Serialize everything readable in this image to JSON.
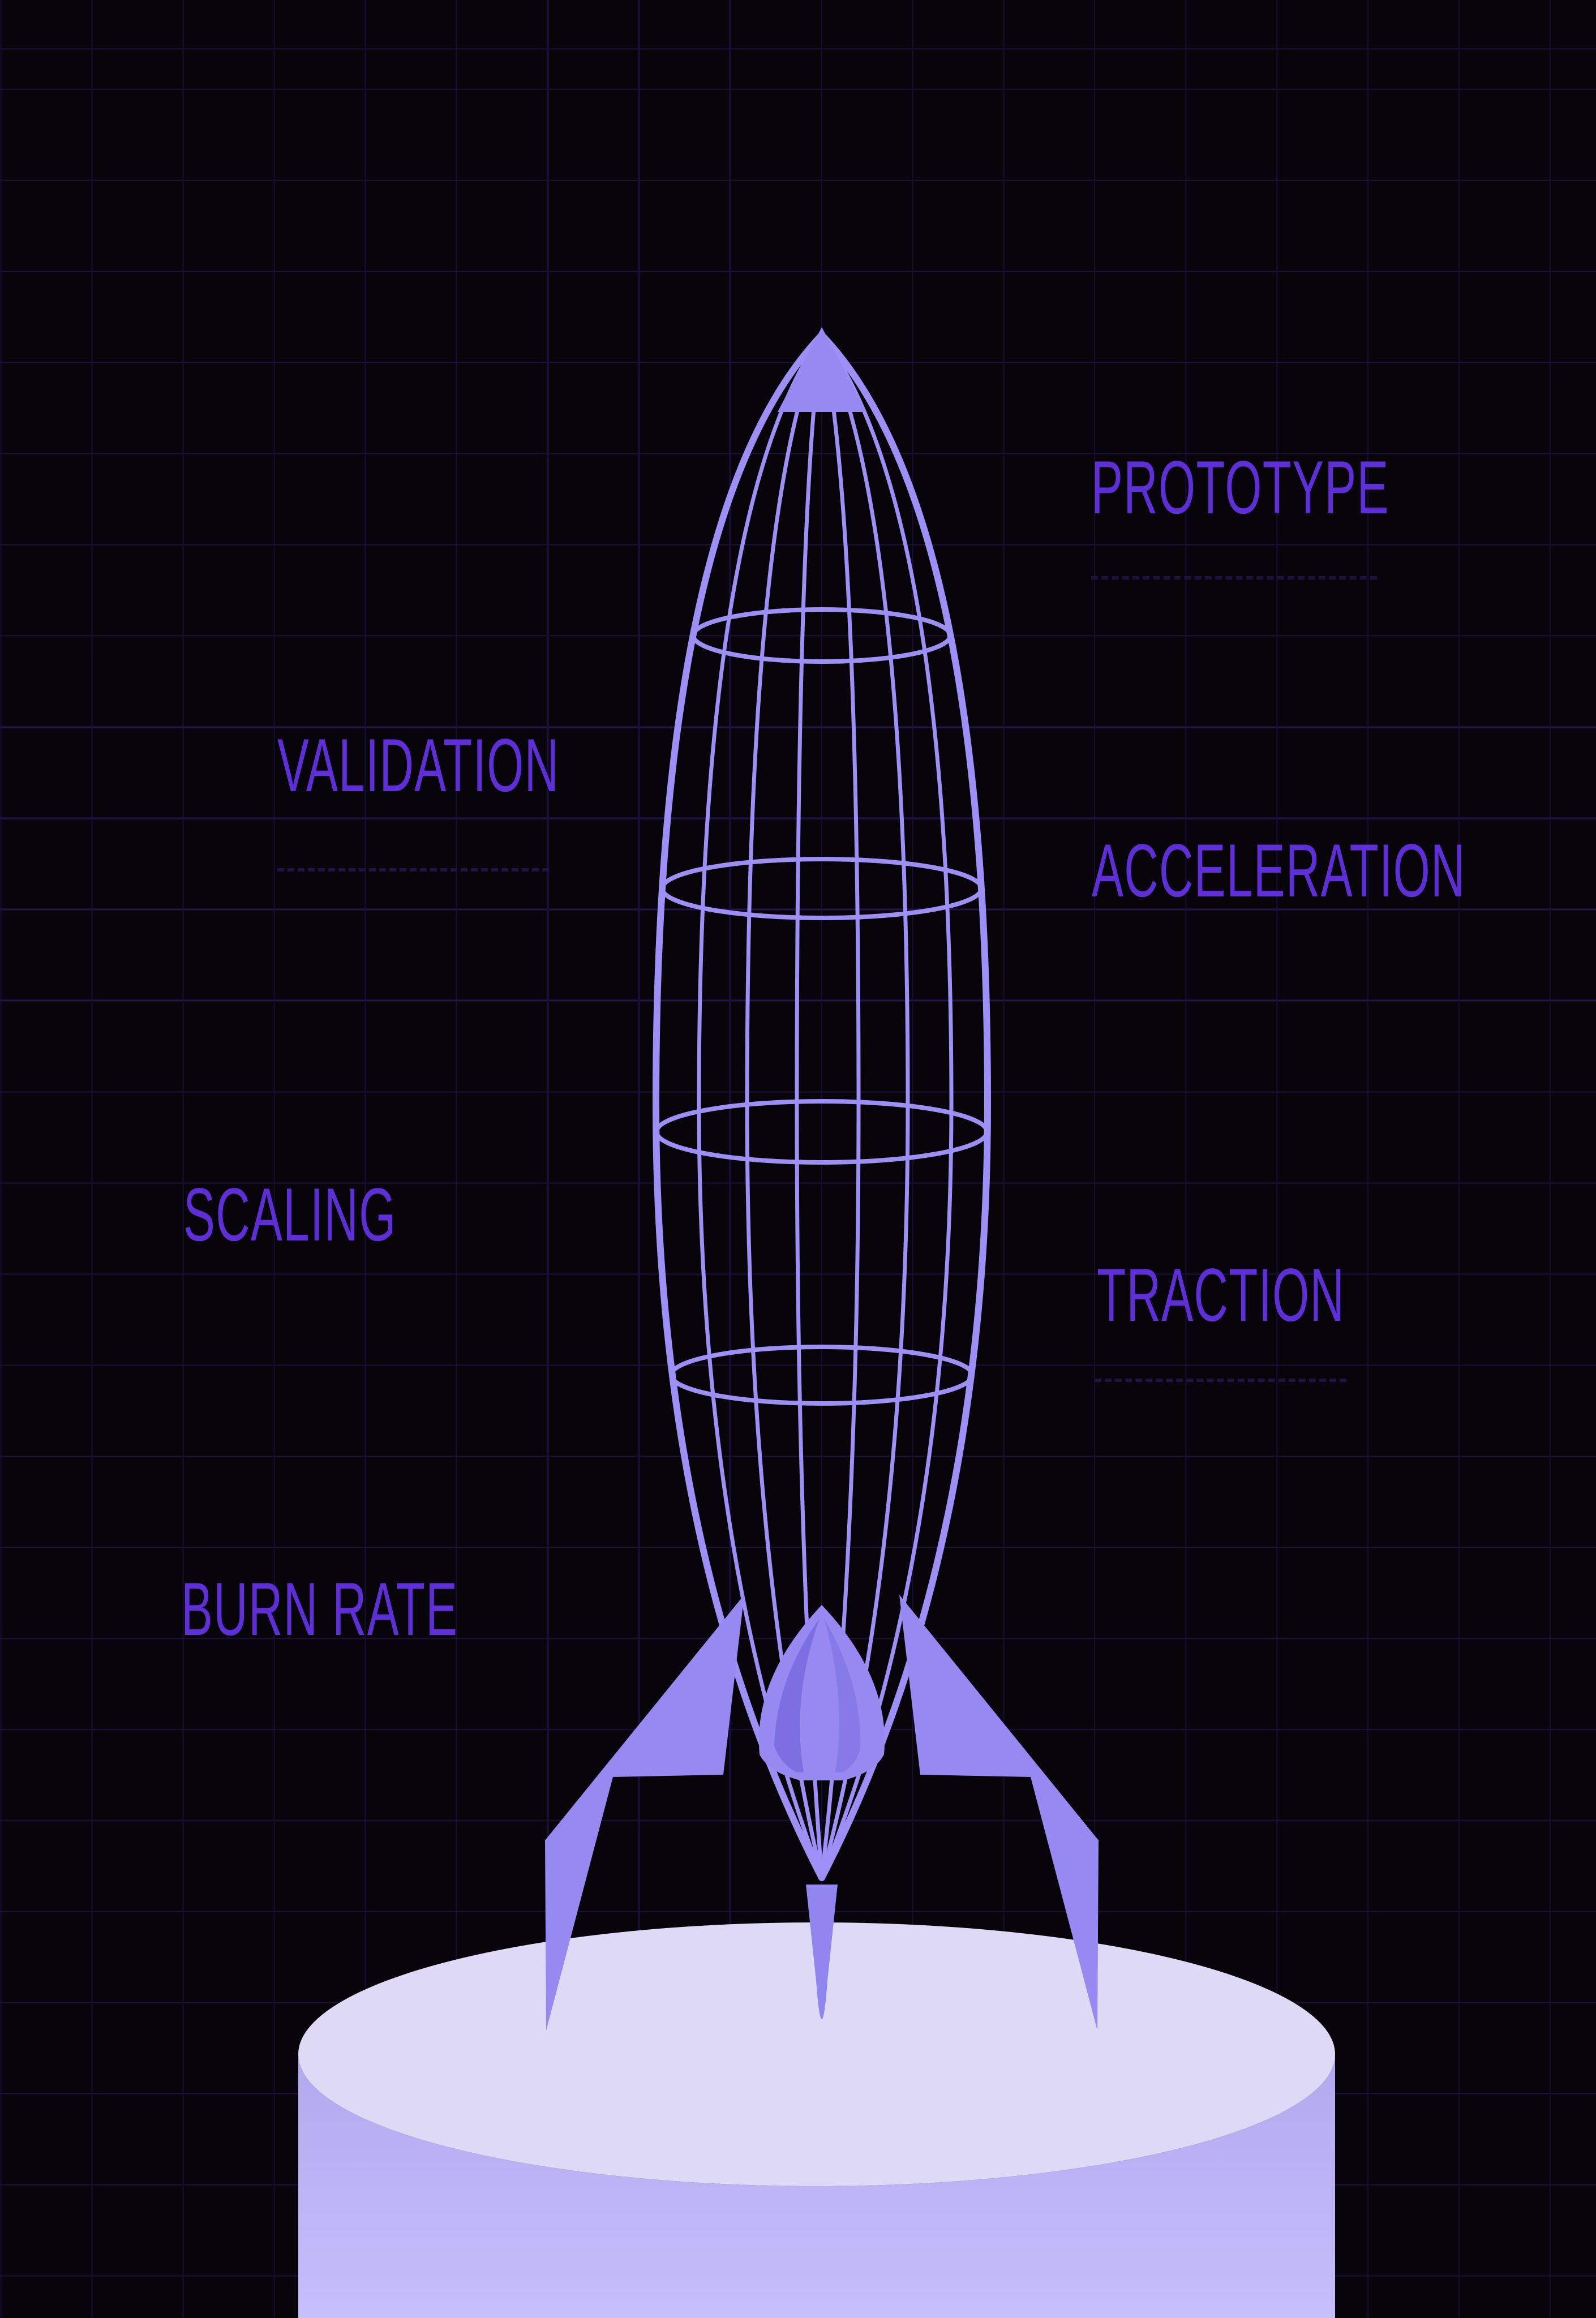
{
  "poster": {
    "labels": {
      "prototype": "PROTOTYPE",
      "validation": "VALIDATION",
      "acceleration": "ACCELERATION",
      "scaling": "SCALING",
      "traction": "TRACTION",
      "burn_rate": "BURN RATE"
    },
    "colors": {
      "background": "#070509",
      "grid_vertical_line": "#181040",
      "grid_horizontal_line": "#201449",
      "label_text": "#5e2ed9",
      "ghost_line": "#1d1243",
      "rocket_wireframe": "#9d8ff5",
      "rocket_solid": "#9889f2",
      "exhaust_center": "#9186f0",
      "exhaust_dark": "#7c6fe2",
      "exhaust_mid": "#8679e8",
      "pedestal_top": "#dedaf6",
      "pedestal_side_top": "#b2a8ee",
      "pedestal_side_bottom": "#c7befc"
    }
  }
}
